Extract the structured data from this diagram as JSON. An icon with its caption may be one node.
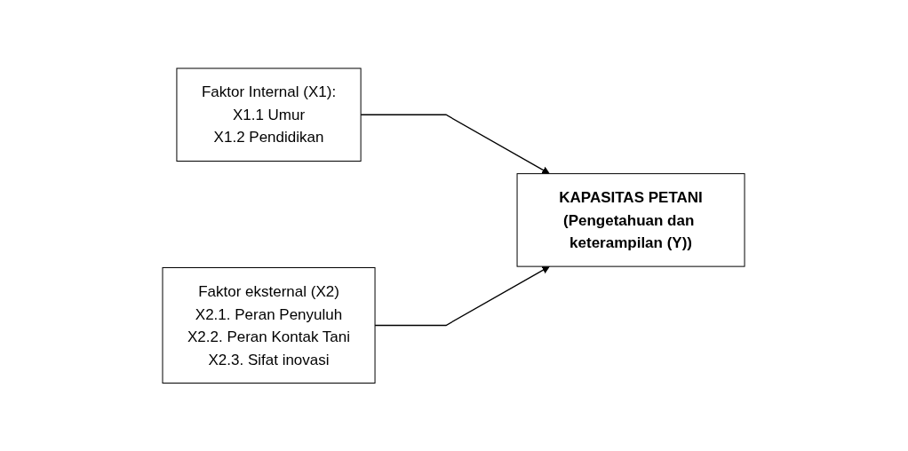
{
  "diagram": {
    "nodes": [
      {
        "text": [
          "Faktor Internal (X1):",
          "X1.1 Umur",
          "X1.2 Pendidikan"
        ]
      },
      {
        "text": [
          "KAPASITAS PETANI",
          "(Pengetahuan dan keterampilan (Y))"
        ]
      },
      {
        "text": [
          "Faktor eksternal (X2)",
          "X2.1. Peran Penyuluh",
          "X2.2. Peran Kontak Tani",
          "X2.3. Sifat inovasi"
        ]
      }
    ],
    "edges": [
      {
        "from": 0,
        "to": 1,
        "arrow": "to"
      },
      {
        "from": 2,
        "to": 1,
        "arrow": "to"
      }
    ]
  }
}
